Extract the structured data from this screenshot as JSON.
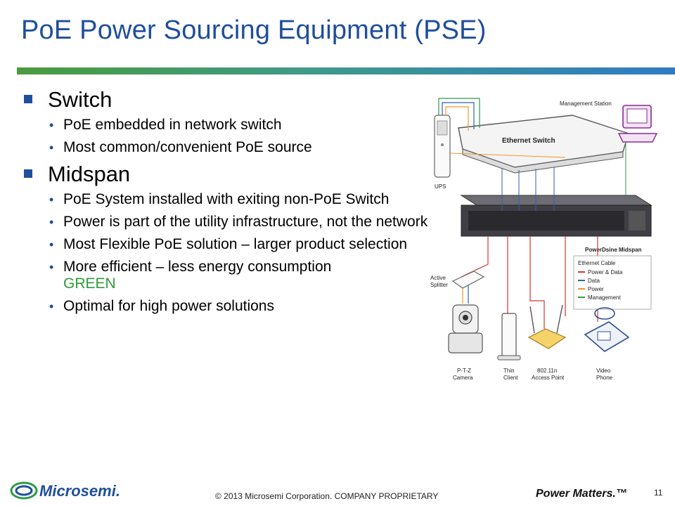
{
  "title": "PoE Power Sourcing Equipment (PSE)",
  "bullets": [
    {
      "heading": "Switch",
      "items": [
        {
          "text": "PoE embedded in network switch"
        },
        {
          "text": "Most common/convenient PoE source"
        }
      ]
    },
    {
      "heading": "Midspan",
      "items": [
        {
          "text": "PoE System installed with exiting non-PoE Switch"
        },
        {
          "text": "Power is part of the utility infrastructure, not the network"
        },
        {
          "text": "Most Flexible PoE solution – larger product selection"
        },
        {
          "text": "More efficient – less energy consumption",
          "highlight": "GREEN"
        },
        {
          "text": "Optimal for high power solutions"
        }
      ]
    }
  ],
  "diagram": {
    "management_station": "Management Station",
    "ethernet_switch": "Ethernet Switch",
    "ups": "UPS",
    "midspan": "PowerDsine Midspan",
    "active_splitter": [
      "Active",
      "Splitter"
    ],
    "legend_title": "Ethernet Cable",
    "legend": [
      {
        "label": "Power & Data",
        "color": "#d9342b"
      },
      {
        "label": "Data",
        "color": "#2f5fb3"
      },
      {
        "label": "Power",
        "color": "#f0962c"
      },
      {
        "label": "Management",
        "color": "#2f9a46"
      }
    ],
    "devices": [
      {
        "line1": "P-T-Z",
        "line2": "Camera"
      },
      {
        "line1": "Thin",
        "line2": "Client"
      },
      {
        "line1": "802.11n",
        "line2": "Access Point"
      },
      {
        "line1": "Video",
        "line2": "Phone"
      }
    ]
  },
  "footer": {
    "logo": "Microsemi.",
    "copyright": "© 2013 Microsemi Corporation. COMPANY PROPRIETARY",
    "tagline": "Power Matters.™",
    "page": "11"
  },
  "colors": {
    "title": "#1f4e9c",
    "accent_green": "#2e9b3a",
    "logo_blue": "#1f4e9c"
  }
}
